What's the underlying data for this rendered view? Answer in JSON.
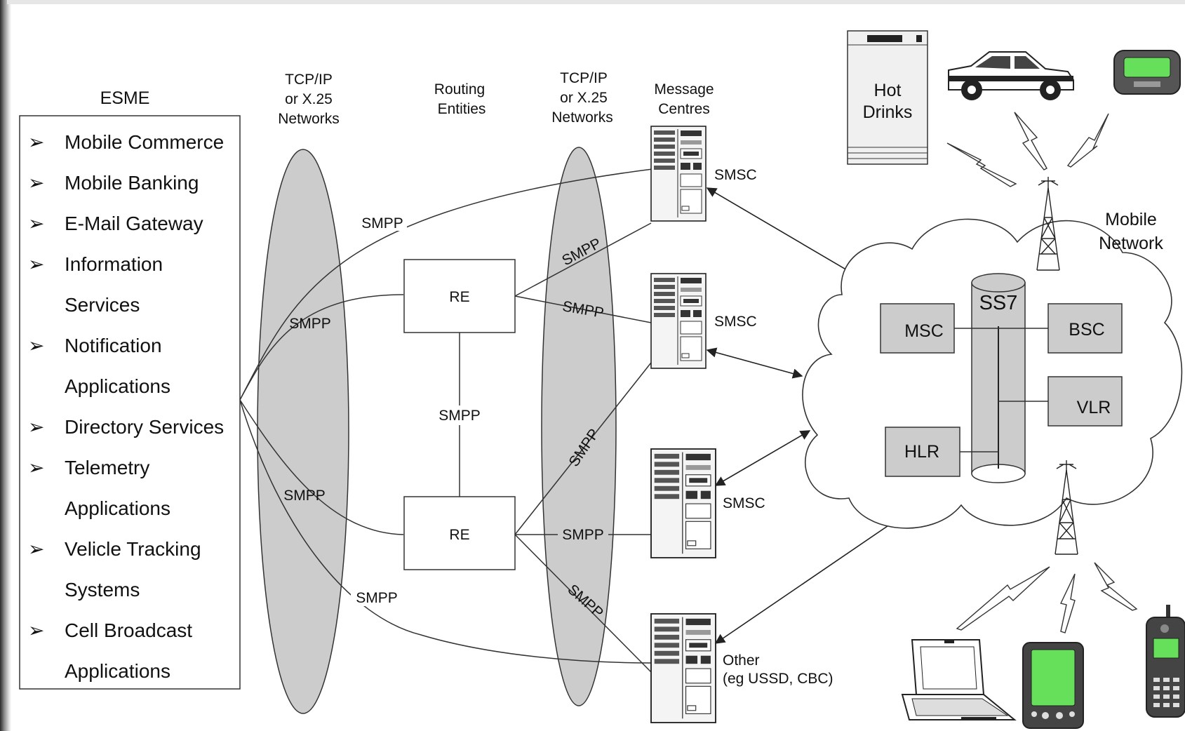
{
  "esme": {
    "title": "ESME",
    "items": [
      {
        "text": "Mobile Commerce",
        "bullet": true
      },
      {
        "text": "Mobile Banking",
        "bullet": true
      },
      {
        "text": "E-Mail Gateway",
        "bullet": true
      },
      {
        "text": "Information",
        "bullet": true
      },
      {
        "text": "Services",
        "bullet": false
      },
      {
        "text": "Notification",
        "bullet": true
      },
      {
        "text": "Applications",
        "bullet": false
      },
      {
        "text": "Directory Services",
        "bullet": true
      },
      {
        "text": "Telemetry",
        "bullet": true
      },
      {
        "text": "Applications",
        "bullet": false
      },
      {
        "text": "Velicle Tracking",
        "bullet": true
      },
      {
        "text": "Systems",
        "bullet": false
      },
      {
        "text": "Cell Broadcast",
        "bullet": true
      },
      {
        "text": "Applications",
        "bullet": false
      }
    ],
    "bullet_glyph": "➢"
  },
  "network_left": {
    "line1": "TCP/IP",
    "line2": "or X.25",
    "line3": "Networks"
  },
  "routing": {
    "line1": "Routing",
    "line2": "Entities",
    "re_top": "RE",
    "re_bottom": "RE"
  },
  "network_right": {
    "line1": "TCP/IP",
    "line2": "or X.25",
    "line3": "Networks"
  },
  "message_centres": {
    "line1": "Message",
    "line2": "Centres",
    "smsc": "SMSC",
    "other_line1": "Other",
    "other_line2": "(eg USSD, CBC)"
  },
  "protocol": "SMPP",
  "mobile_network": {
    "label_line1": "Mobile",
    "label_line2": "Network",
    "ss7": "SS7",
    "msc": "MSC",
    "bsc": "BSC",
    "vlr": "VLR",
    "hlr": "HLR"
  },
  "devices": {
    "hot_drinks_line1": "Hot",
    "hot_drinks_line2": "Drinks"
  },
  "colors": {
    "grey_fill": "#cccccc",
    "screen_green": "#66e05a",
    "stroke": "#222222"
  }
}
